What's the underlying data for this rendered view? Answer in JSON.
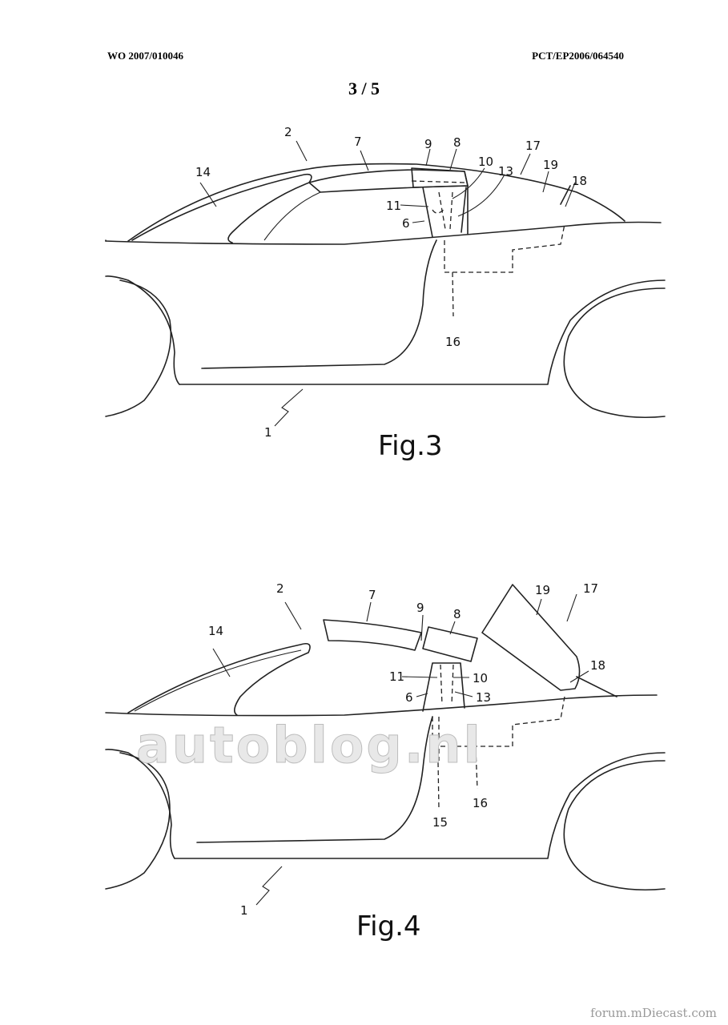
{
  "header": {
    "pub_number": "WO 2007/010046",
    "app_number": "PCT/EP2006/064540",
    "sheet": "3 / 5"
  },
  "fig3": {
    "caption": "Fig.3",
    "refs": {
      "r1": "1",
      "r2": "2",
      "r6": "6",
      "r7": "7",
      "r8": "8",
      "r9": "9",
      "r10": "10",
      "r11": "11",
      "r13": "13",
      "r14": "14",
      "r16": "16",
      "r17": "17",
      "r18": "18",
      "r19": "19"
    }
  },
  "fig4": {
    "caption": "Fig.4",
    "refs": {
      "r1": "1",
      "r2": "2",
      "r6": "6",
      "r7": "7",
      "r8": "8",
      "r9": "9",
      "r10": "10",
      "r11": "11",
      "r13": "13",
      "r14": "14",
      "r15": "15",
      "r16": "16",
      "r17": "17",
      "r18": "18",
      "r19": "19"
    }
  },
  "watermark": {
    "text": "autoblog.nl"
  },
  "footer": {
    "text": "forum.mDiecast.com"
  }
}
